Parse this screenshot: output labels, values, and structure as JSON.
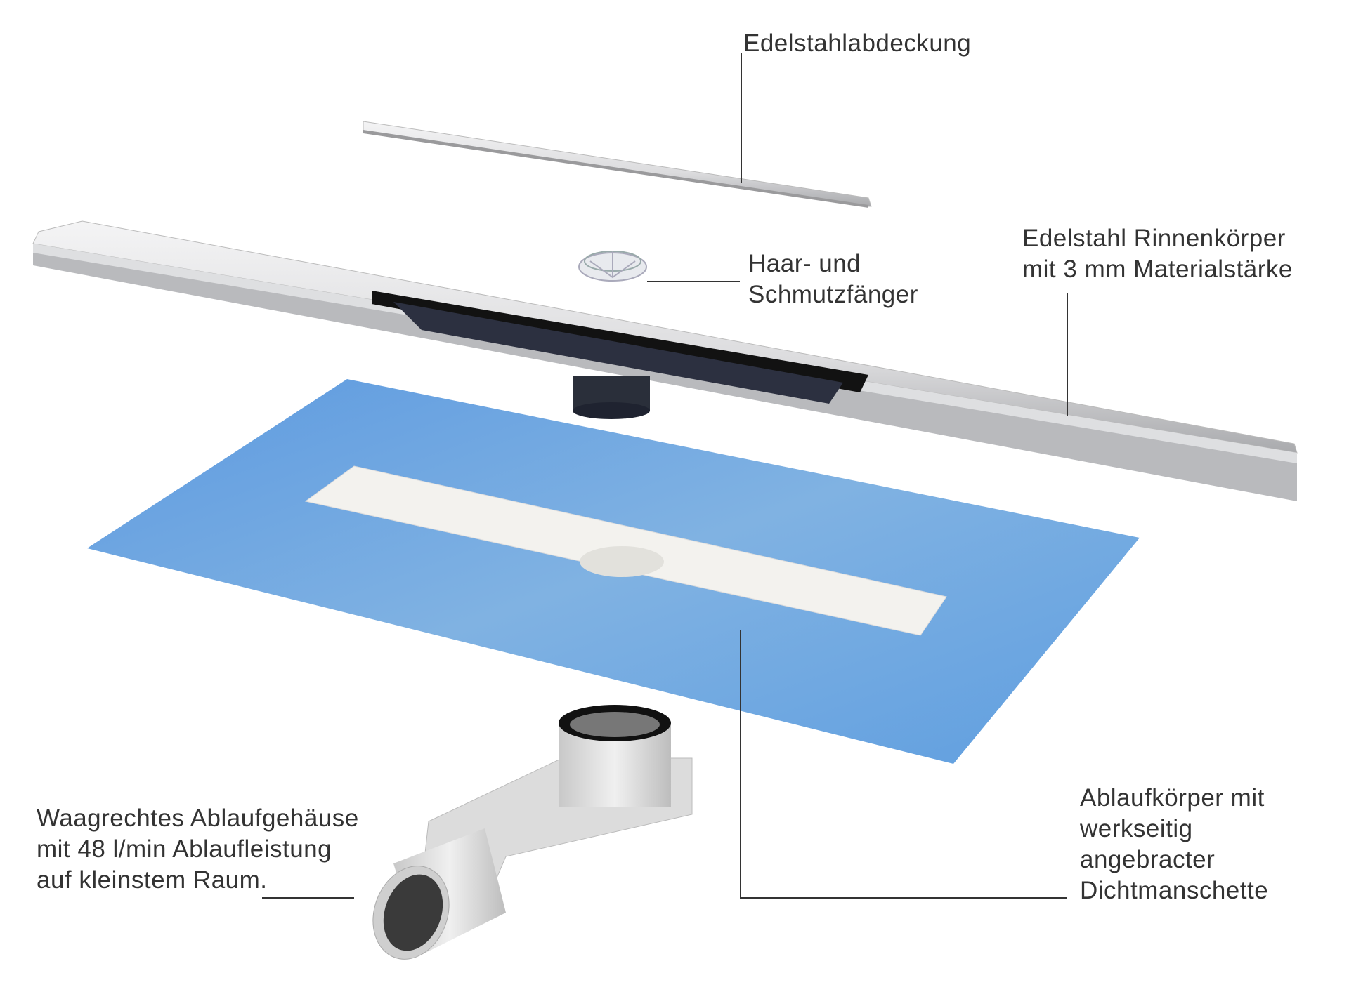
{
  "labels": {
    "cover": "Edelstahlabdeckung",
    "hair_trap": [
      "Haar- und",
      "Schmutzfänger"
    ],
    "channel_body": [
      "Edelstahl Rinnenkörper",
      "mit 3 mm Materialstärke"
    ],
    "drain_body": [
      "Ablaufkörper mit",
      "werkseitig",
      "angebracter",
      "Dichtmanschette"
    ],
    "horizontal_housing": [
      "Waagrechtes Ablaufgehäuse",
      "mit 48 l/min Ablaufleistung",
      "auf kleinstem Raum."
    ]
  },
  "colors": {
    "text": "#333333",
    "steel": "#d9dadc",
    "mat_blue": "#6fa6dc",
    "slot": "#111111"
  }
}
